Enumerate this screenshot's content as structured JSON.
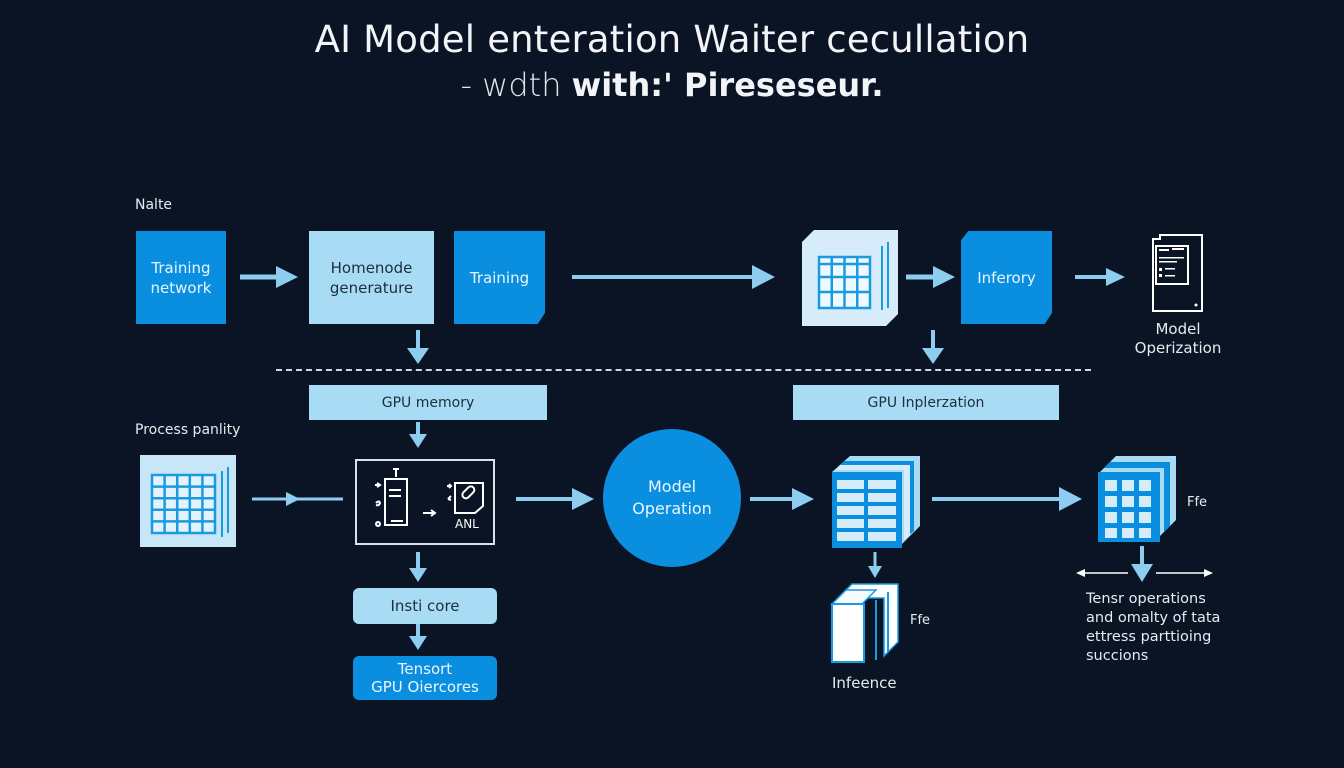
{
  "header": {
    "title": "AI Model enteration Waiter cecullation",
    "subtitle_thin": "- wdth ",
    "subtitle_bold": "with:' Pireseseur."
  },
  "sections": {
    "top_label": "Nalte",
    "bottom_label": "Process panlity"
  },
  "top_row": {
    "training_network": [
      "Training",
      "network"
    ],
    "homenode": [
      "Homenode",
      "generature"
    ],
    "training": "Training",
    "inferory": "Inferory",
    "model_operization": [
      "Model",
      "Operization"
    ]
  },
  "bars": {
    "gpu_memory": "GPU memory",
    "gpu_inplerzation": "GPU Inplerzation"
  },
  "bottom_row": {
    "anl_label": "ANL",
    "model_operation": [
      "Model",
      "Operation"
    ],
    "ffe_right": "Ffe",
    "ffe_inference": "Ffe",
    "inference_label": "Infeence",
    "insti_core": "Insti core",
    "tensort": [
      "Tensort",
      "GPU Oiercores"
    ],
    "tensor_notes": [
      "Tensr operations",
      "and omalty of tata",
      "ettress parttioing",
      "succions"
    ]
  },
  "colors": {
    "background": "#0a1424",
    "primary_blue": "#0a8fe0",
    "light_blue": "#a8dcf5",
    "arrow": "#8ccdf0"
  }
}
